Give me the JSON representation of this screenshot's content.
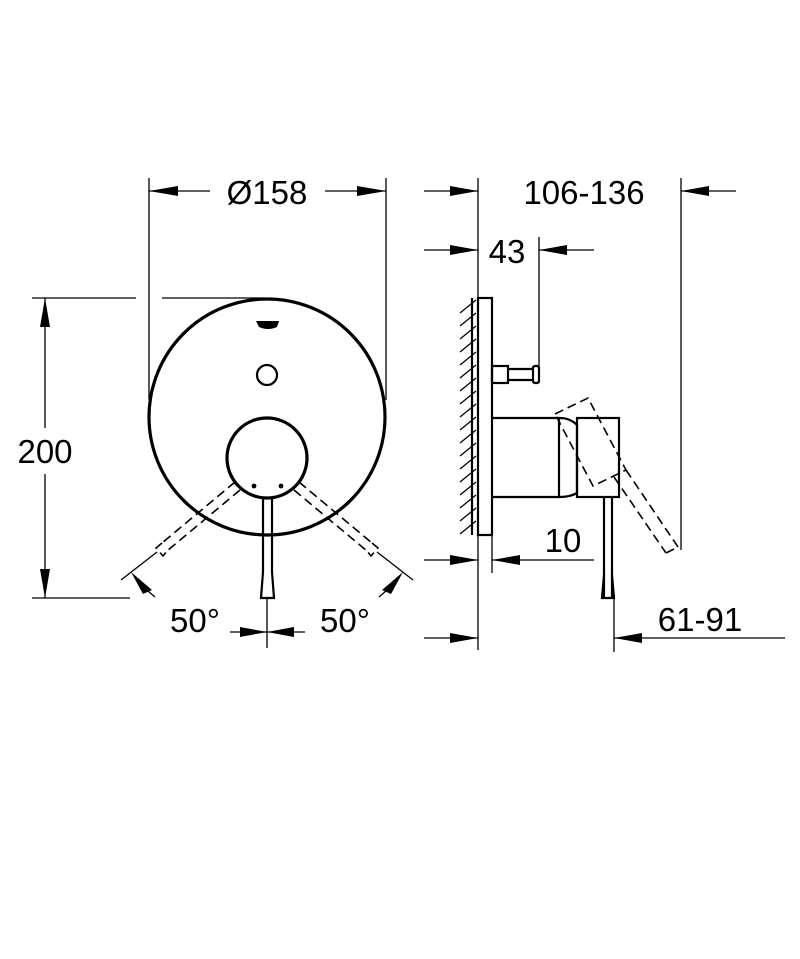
{
  "diagram": {
    "type": "technical-dimension-drawing",
    "subject": "concealed shower mixer trim with round escutcheon and lever handle",
    "views": [
      {
        "name": "front-view",
        "dimensions": {
          "diameter": "Ø158",
          "height": "200",
          "angle_left": "50°",
          "angle_right": "50°"
        }
      },
      {
        "name": "side-view",
        "dimensions": {
          "total_depth": "106-136",
          "diverter_depth": "43",
          "plate_thickness": "10",
          "handle_offset": "61-91"
        }
      }
    ],
    "colors": {
      "line": "#000000",
      "background": "#ffffff"
    }
  }
}
